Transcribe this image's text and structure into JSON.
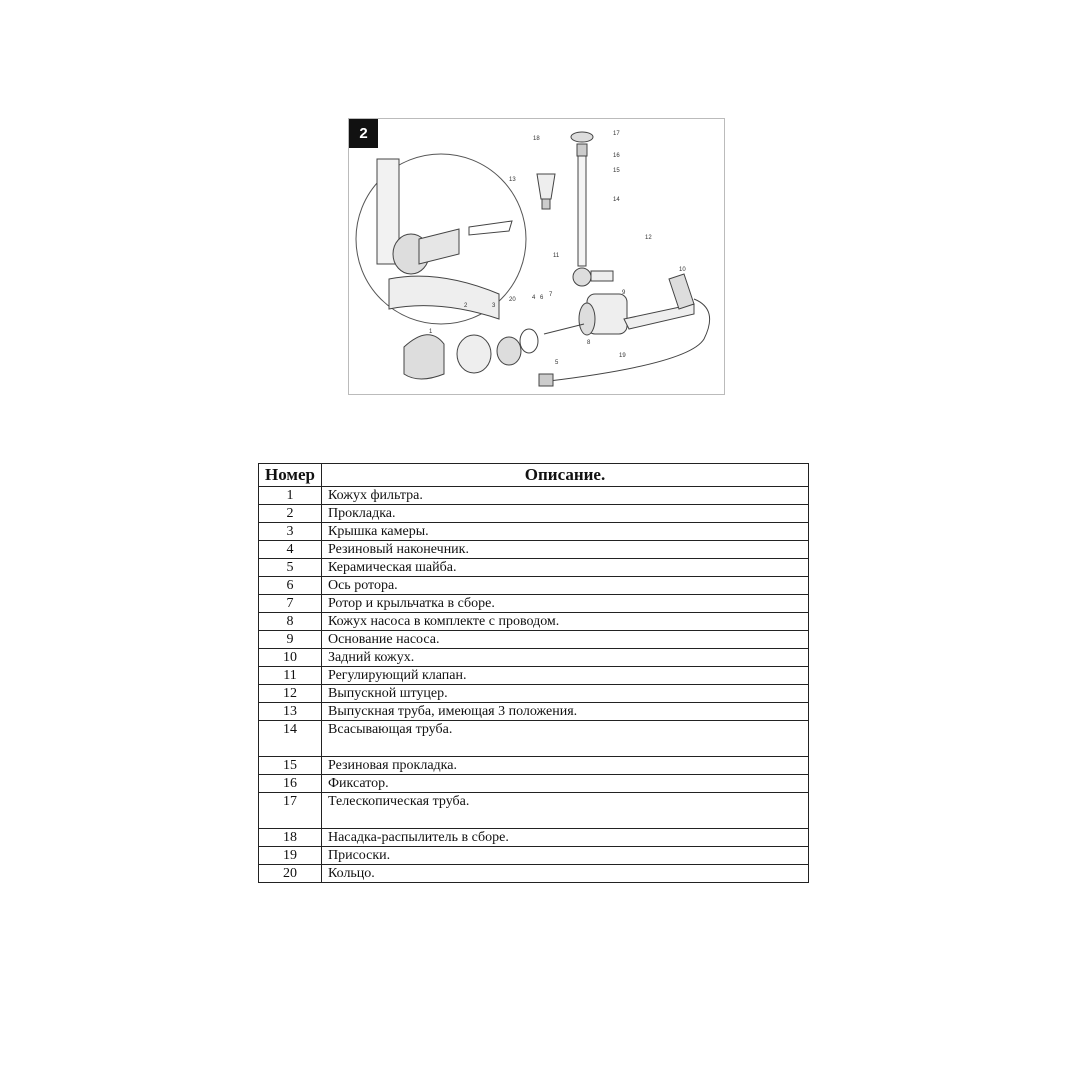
{
  "figure": {
    "badge": "2",
    "callouts": [
      "1",
      "2",
      "3",
      "4",
      "5",
      "6",
      "7",
      "8",
      "9",
      "10",
      "11",
      "12",
      "13",
      "14",
      "15",
      "16",
      "17",
      "18",
      "19",
      "20"
    ]
  },
  "table": {
    "headers": {
      "number": "Номер",
      "description": "Описание."
    },
    "rows": [
      {
        "n": "1",
        "d": "Кожух фильтра."
      },
      {
        "n": "2",
        "d": "Прокладка."
      },
      {
        "n": "3",
        "d": "Крышка камеры."
      },
      {
        "n": "4",
        "d": "Резиновый наконечник."
      },
      {
        "n": "5",
        "d": "Керамическая шайба."
      },
      {
        "n": "6",
        "d": "Ось ротора."
      },
      {
        "n": "7",
        "d": "Ротор и крыльчатка в сборе."
      },
      {
        "n": "8",
        "d": "Кожух насоса в комплекте с проводом."
      },
      {
        "n": "9",
        "d": "Основание насоса."
      },
      {
        "n": "10",
        "d": "Задний кожух."
      },
      {
        "n": "11",
        "d": "Регулирующий клапан."
      },
      {
        "n": "12",
        "d": "Выпускной штуцер."
      },
      {
        "n": "13",
        "d": "Выпускная труба, имеющая 3 положения."
      },
      {
        "n": "14",
        "d": "Всасывающая труба."
      },
      {
        "n": "15",
        "d": "Резиновая прокладка."
      },
      {
        "n": "16",
        "d": "Фиксатор."
      },
      {
        "n": "17",
        "d": "Телескопическая труба."
      },
      {
        "n": "18",
        "d": "Насадка-распылитель в сборе."
      },
      {
        "n": "19",
        "d": "Присоски."
      },
      {
        "n": "20",
        "d": "Кольцо."
      }
    ]
  }
}
